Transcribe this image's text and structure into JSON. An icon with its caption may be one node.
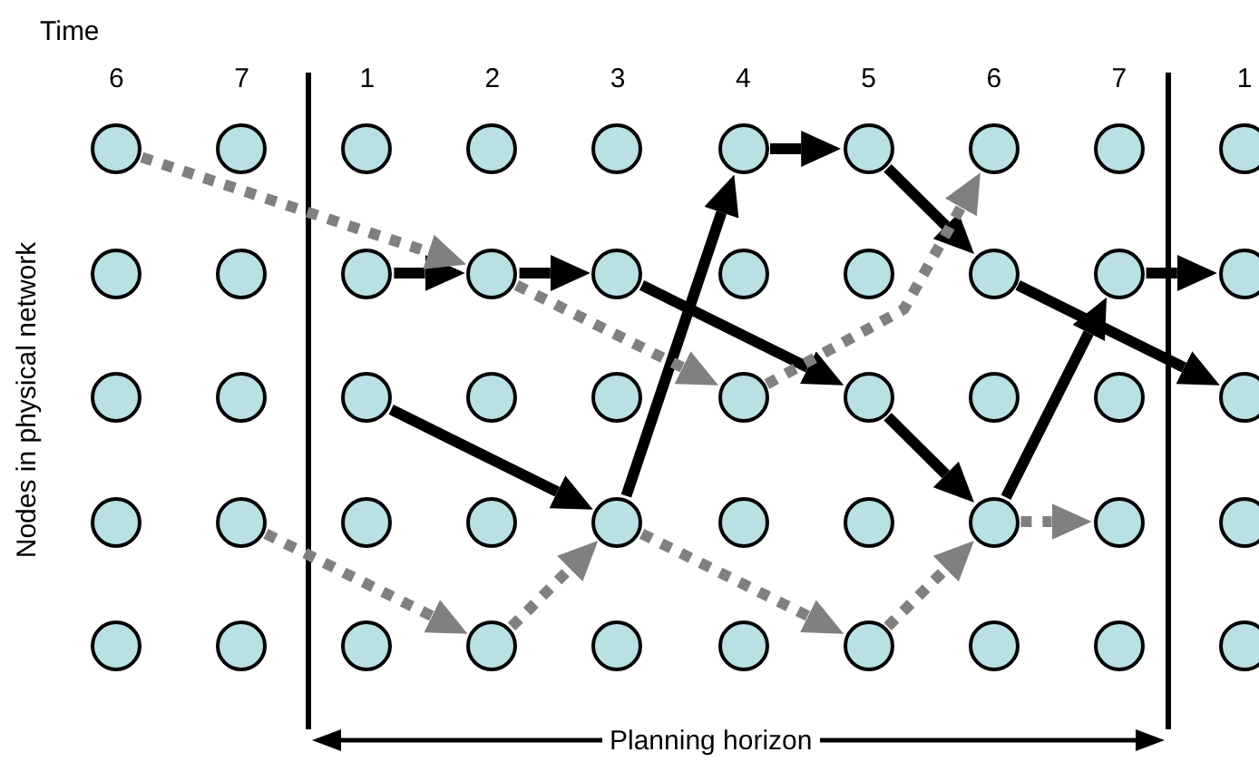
{
  "diagram": {
    "nodes": [
      {
        "text": [],
        "shape": "circle"
      },
      {
        "text": [],
        "shape": "circle"
      },
      {
        "text": [],
        "shape": "circle"
      },
      {
        "text": [],
        "shape": "circle"
      },
      {
        "text": [],
        "shape": "circle"
      },
      {
        "text": [],
        "shape": "circle"
      },
      {
        "text": [],
        "shape": "circle"
      },
      {
        "text": [],
        "shape": "circle"
      },
      {
        "text": [],
        "shape": "circle"
      },
      {
        "text": [],
        "shape": "circle"
      },
      {
        "text": [],
        "shape": "circle"
      },
      {
        "text": [],
        "shape": "circle"
      },
      {
        "text": [],
        "shape": "circle"
      },
      {
        "text": [],
        "shape": "circle"
      },
      {
        "text": [],
        "shape": "circle"
      },
      {
        "text": [],
        "shape": "circle"
      },
      {
        "text": [],
        "shape": "circle"
      },
      {
        "text": [],
        "shape": "circle"
      },
      {
        "text": [],
        "shape": "circle"
      },
      {
        "text": [],
        "shape": "circle"
      },
      {
        "text": [],
        "shape": "circle"
      },
      {
        "text": [],
        "shape": "circle"
      },
      {
        "text": [],
        "shape": "circle"
      },
      {
        "text": [],
        "shape": "circle"
      },
      {
        "text": [],
        "shape": "circle"
      },
      {
        "text": [],
        "shape": "circle"
      },
      {
        "text": [],
        "shape": "circle"
      },
      {
        "text": [],
        "shape": "circle"
      },
      {
        "text": [],
        "shape": "circle"
      },
      {
        "text": [],
        "shape": "circle"
      },
      {
        "text": [],
        "shape": "circle"
      },
      {
        "text": [],
        "shape": "circle"
      },
      {
        "text": [],
        "shape": "circle"
      },
      {
        "text": [],
        "shape": "circle"
      },
      {
        "text": [],
        "shape": "circle"
      },
      {
        "text": [],
        "shape": "circle"
      },
      {
        "text": [],
        "shape": "circle"
      },
      {
        "text": [],
        "shape": "circle"
      },
      {
        "text": [],
        "shape": "circle"
      },
      {
        "text": [],
        "shape": "circle"
      },
      {
        "text": [],
        "shape": "circle"
      },
      {
        "text": [],
        "shape": "circle"
      },
      {
        "text": [],
        "shape": "circle"
      },
      {
        "text": [],
        "shape": "circle"
      },
      {
        "text": [],
        "shape": "circle"
      },
      {
        "text": [],
        "shape": "circle"
      },
      {
        "text": [],
        "shape": "circle"
      },
      {
        "text": [],
        "shape": "circle"
      },
      {
        "text": [],
        "shape": "circle"
      },
      {
        "text": [],
        "shape": "circle"
      }
    ],
    "edges": [
      {
        "from": 12,
        "to": 13,
        "arrow": "to"
      },
      {
        "from": 13,
        "to": 14,
        "arrow": "to"
      },
      {
        "from": 22,
        "to": 34,
        "arrow": "to"
      },
      {
        "from": 34,
        "to": 5,
        "arrow": "to"
      },
      {
        "from": 5,
        "to": 6,
        "arrow": "to"
      },
      {
        "from": 6,
        "to": 17,
        "arrow": "to"
      },
      {
        "from": 14,
        "to": 26,
        "arrow": "to"
      },
      {
        "from": 26,
        "to": 37,
        "arrow": "to"
      },
      {
        "from": 37,
        "to": 18,
        "arrow": "to"
      },
      {
        "from": 18,
        "to": 19,
        "arrow": "to"
      },
      {
        "from": 17,
        "to": 29,
        "arrow": "to"
      },
      {
        "from": 0,
        "to": 13,
        "arrow": "to",
        "style": "dashed",
        "color": "#808080"
      },
      {
        "from": 13,
        "to": 25,
        "arrow": "to",
        "style": "dashed",
        "color": "#808080"
      },
      {
        "from": 25,
        "to": 7,
        "arrow": "to",
        "style": "dashed",
        "color": "#808080"
      },
      {
        "from": 31,
        "to": 43,
        "arrow": "to",
        "style": "dashed",
        "color": "#808080"
      },
      {
        "from": 43,
        "to": 34,
        "arrow": "to",
        "style": "dashed",
        "color": "#808080"
      },
      {
        "from": 34,
        "to": 46,
        "arrow": "to",
        "style": "dashed",
        "color": "#808080"
      },
      {
        "from": 46,
        "to": 37,
        "arrow": "to",
        "style": "dashed",
        "color": "#808080"
      },
      {
        "from": 37,
        "to": 38,
        "arrow": "to",
        "style": "dashed",
        "color": "#808080"
      }
    ],
    "labels": [
      "Time",
      "6",
      "7",
      "1",
      "2",
      "3",
      "4",
      "5",
      "6",
      "7",
      "1",
      "Nodes in physical network",
      "Planning horizon"
    ]
  }
}
